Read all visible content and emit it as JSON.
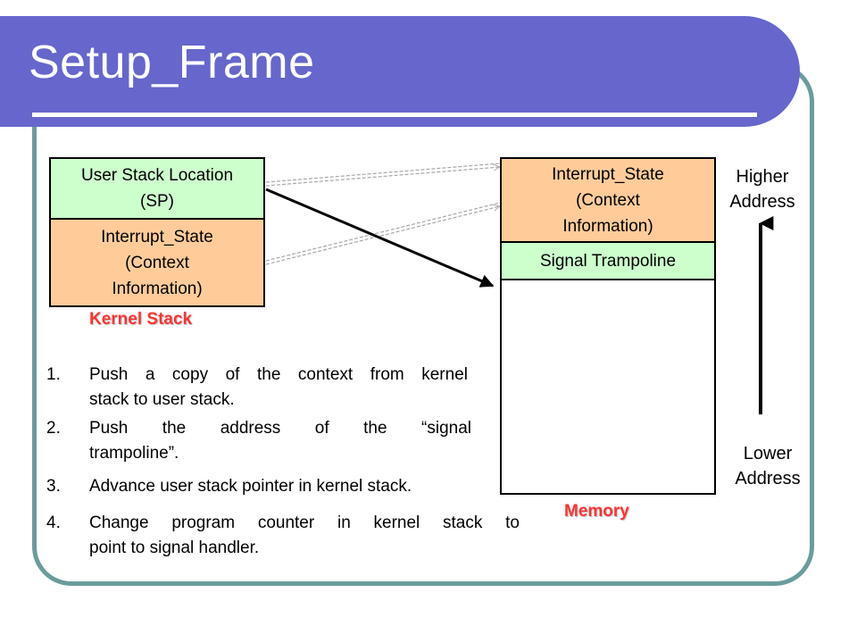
{
  "title": "Setup_Frame",
  "kernel_stack": {
    "user_stack_location": [
      "User Stack Location",
      "(SP)"
    ],
    "interrupt_state": [
      "Interrupt_State",
      "(Context",
      "Information)"
    ],
    "label": "Kernel Stack"
  },
  "memory": {
    "interrupt_state": [
      "Interrupt_State",
      "(Context",
      "Information)"
    ],
    "signal_trampoline": "Signal Trampoline",
    "label": "Memory"
  },
  "addresses": {
    "higher": [
      "Higher",
      "Address"
    ],
    "lower": [
      "Lower",
      "Address"
    ]
  },
  "steps": [
    {
      "num": "1.",
      "lines": [
        "Push a copy of the context from kernel",
        "stack to user stack."
      ]
    },
    {
      "num": "2.",
      "lines": [
        "Push the address of the “signal",
        "trampoline”."
      ]
    },
    {
      "num": "3.",
      "lines": [
        "Advance user stack pointer in kernel stack."
      ]
    },
    {
      "num": "4.",
      "lines": [
        "Change program counter in kernel stack to",
        "point to signal handler."
      ]
    }
  ],
  "colors": {
    "title_bar": "#6666cc",
    "frame": "#6a9c9c",
    "green_box": "#ccffcc",
    "orange_box": "#ffcc99",
    "label_red": "#ff3333"
  }
}
